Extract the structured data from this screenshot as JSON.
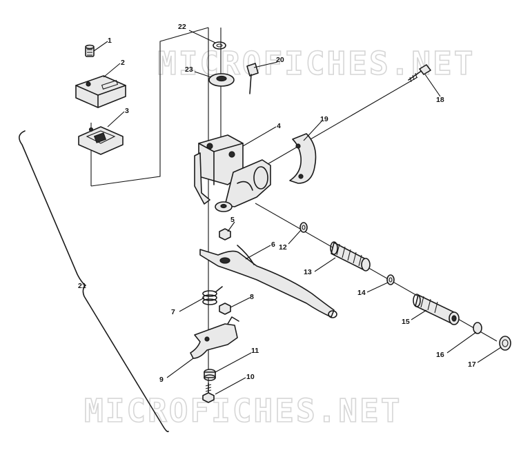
{
  "watermark": {
    "text": "MICROFICHES.NET"
  },
  "callouts": {
    "c1": "1",
    "c2": "2",
    "c3": "3",
    "c4": "4",
    "c5": "5",
    "c6": "6",
    "c7": "7",
    "c8": "8",
    "c9": "9",
    "c10": "10",
    "c11": "11",
    "c12": "12",
    "c13": "13",
    "c14": "14",
    "c15": "15",
    "c16": "16",
    "c17": "17",
    "c18": "18",
    "c19": "19",
    "c20": "20",
    "c21": "21",
    "c22": "22",
    "c23": "23"
  }
}
